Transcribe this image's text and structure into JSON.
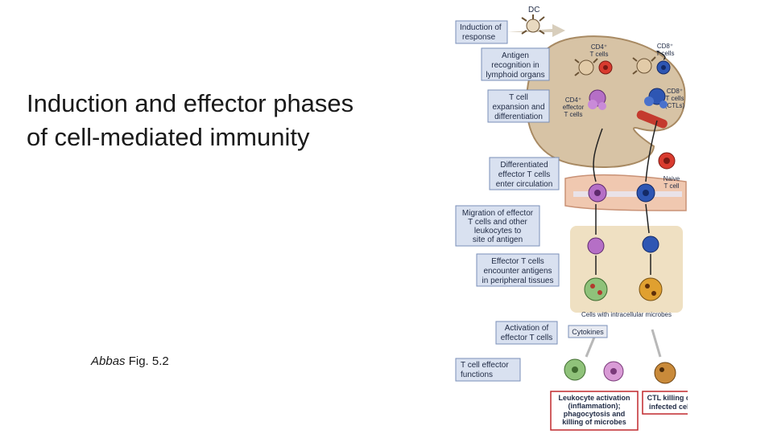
{
  "slide": {
    "title_line1": "Induction and effector phases",
    "title_line2": "of cell-mediated immunity",
    "caption_author": "Abbas",
    "caption_rest": " Fig. 5.2"
  },
  "figure": {
    "top_cell": "DC",
    "step_labels": [
      [
        "Induction of",
        "response"
      ],
      [
        "Antigen",
        "recognition in",
        "lymphoid organs"
      ],
      [
        "T cell",
        "expansion and",
        "differentiation"
      ],
      [
        "Differentiated",
        "effector T cells",
        "enter circulation"
      ],
      [
        "Migration of effector",
        "T cells and other",
        "leukocytes to",
        "site of antigen"
      ],
      [
        "Effector T cells",
        "encounter antigens",
        "in peripheral tissues"
      ],
      [
        "Activation of",
        "effector T cells"
      ],
      [
        "T cell effector",
        "functions"
      ]
    ],
    "cell_labels": {
      "cd4": [
        "CD4⁺",
        "T cells"
      ],
      "cd8": [
        "CD8⁺",
        "T cells"
      ],
      "cd4_effector": [
        "CD4⁺",
        "effector",
        "T cells"
      ],
      "cd8_ctl": [
        "CD8⁺",
        "T cells",
        "(CTLs)"
      ],
      "naive": [
        "Naive",
        "T cell"
      ]
    },
    "tissue_label": "Cells with intracellular microbes",
    "cytokines_label": "Cytokines",
    "outcome_left": [
      "Leukocyte activation",
      "(inflammation);",
      "phagocytosis and",
      "killing of microbes"
    ],
    "outcome_right": [
      "CTL killing of",
      "infected cell"
    ],
    "colors": {
      "label_box_fill": "#d9e1f0",
      "label_box_stroke": "#7a8fb8",
      "node_fill": "#d7c3a5",
      "vessel_fill": "#f0c8b0",
      "tissue_fill": "#efe0c2",
      "cd4_purple": "#b56fc6",
      "cd8_blue": "#2e56b3",
      "naive_red": "#d93b2f",
      "macrophage_green": "#8fc27a",
      "infected_gold": "#e0a030",
      "outcome_stroke": "#c0282d"
    }
  }
}
